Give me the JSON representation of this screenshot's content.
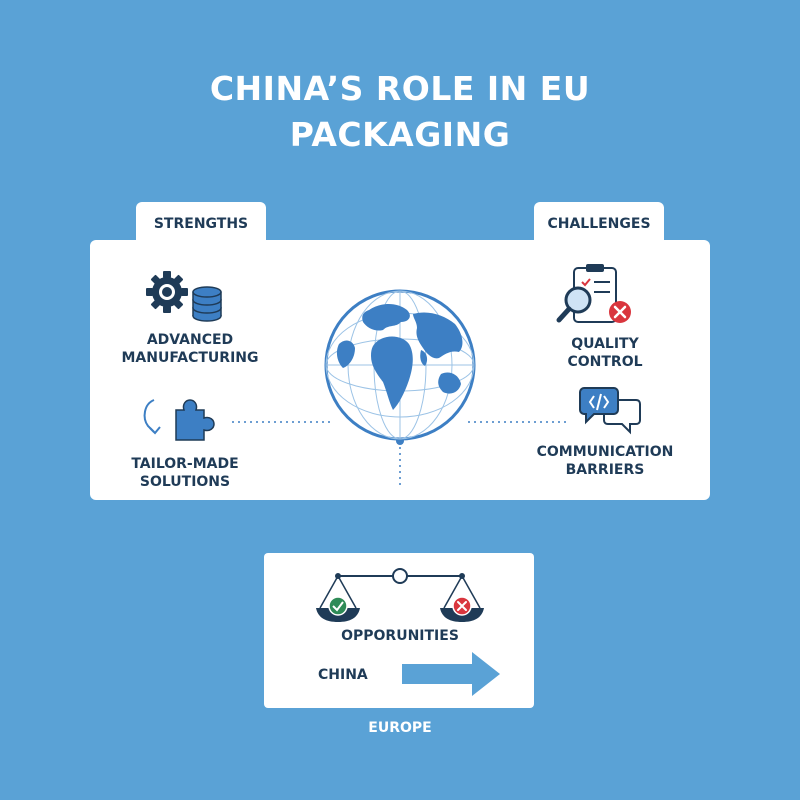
{
  "title": {
    "line1": "CHINA’S ROLE IN EU",
    "line2": "PACKAGING"
  },
  "strengths": {
    "tab_label": "STRENGTHS",
    "items": [
      {
        "line1": "ADVANCED",
        "line2": "MANUFACTURING",
        "icon": "gear-database-icon"
      },
      {
        "line1": "TAILOR-MADE",
        "line2": "SOLUTIONS",
        "icon": "puzzle-piece-icon"
      }
    ]
  },
  "challenges": {
    "tab_label": "CHALLENGES",
    "items": [
      {
        "line1": "QUALITY",
        "line2": "CONTROL",
        "icon": "clipboard-magnifier-icon"
      },
      {
        "line1": "COMMUNICATION",
        "line2": "BARRIERS",
        "icon": "chat-bubbles-icon"
      }
    ]
  },
  "center": {
    "icon": "globe-icon"
  },
  "balance": {
    "label": "OPPORUNITIES",
    "icon": "scale-icon",
    "origin_label": "CHINA",
    "destination_label": "EUROPE"
  },
  "colors": {
    "background": "#5aa2d6",
    "panel": "#ffffff",
    "navy": "#1f3b57",
    "accent_blue": "#3d7fc4",
    "check_green": "#2e8b57",
    "cross_red": "#d9363e"
  }
}
